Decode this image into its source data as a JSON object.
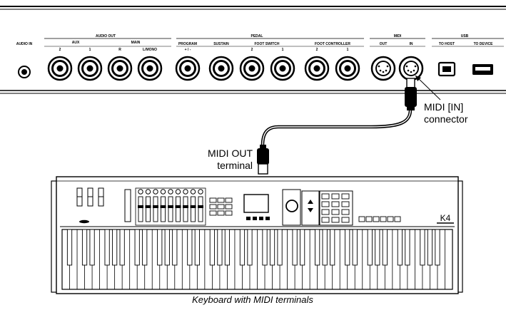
{
  "rear_panel": {
    "audio_in": "AUDIO IN",
    "audio_out": "AUDIO OUT",
    "aux": "AUX",
    "main": "MAIN",
    "jacks": {
      "aux2": "2",
      "aux1": "1",
      "r": "R",
      "lmono": "L/MONO"
    },
    "pedal": "PEDAL",
    "program": "PROGRAM",
    "program_sign": "+ / -",
    "sustain": "SUSTAIN",
    "foot_switch": "FOOT SWITCH",
    "fs2": "2",
    "fs1": "1",
    "foot_controller": "FOOT CONTROLLER",
    "fc2": "2",
    "fc1": "1",
    "midi": "MIDI",
    "midi_out": "OUT",
    "midi_in": "IN",
    "usb": "USB",
    "to_host": "TO HOST",
    "to_device": "TO DEVICE"
  },
  "callouts": {
    "midi_in_connector": "MIDI [IN] connector",
    "midi_out_terminal": "MIDI OUT terminal"
  },
  "keyboard": {
    "model_badge": "K4"
  },
  "caption": "Keyboard with MIDI terminals"
}
